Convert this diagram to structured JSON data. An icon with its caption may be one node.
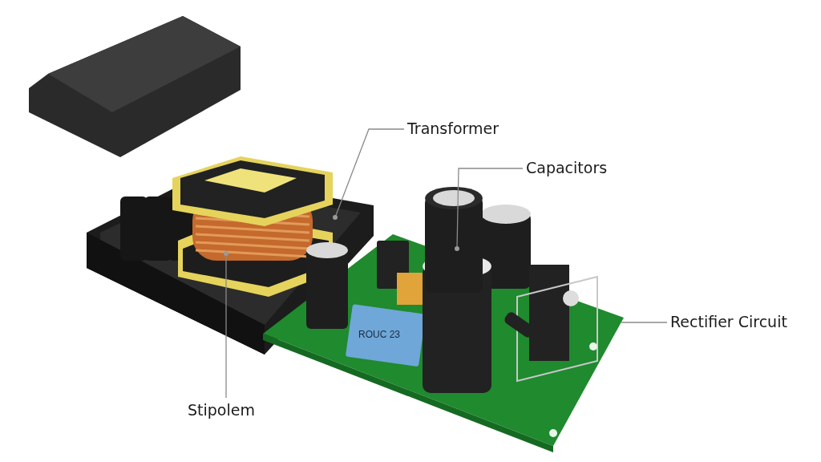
{
  "diagram": {
    "nodes": [
      {
        "text": [
          "Transformer"
        ]
      },
      {
        "text": [],
        "shape": "picture"
      },
      {
        "text": [
          "Capacitors"
        ]
      },
      {
        "text": [],
        "shape": "picture"
      },
      {
        "text": [],
        "shape": "picture",
        "in": 1
      },
      {
        "text": [
          "Stipolem"
        ]
      },
      {
        "text": [
          "Rectifier Circuit"
        ]
      },
      {
        "text": [],
        "shape": "picture"
      }
    ],
    "edges": [
      {
        "from": 0,
        "to": 1,
        "arrow": "other"
      },
      {
        "from": 2,
        "to": 3,
        "arrow": "other"
      },
      {
        "from": 5,
        "to": 4,
        "arrow": "other"
      },
      {
        "from": 6,
        "to": 7,
        "arrow": "none"
      }
    ],
    "labels": [
      "ROUC 23"
    ]
  }
}
